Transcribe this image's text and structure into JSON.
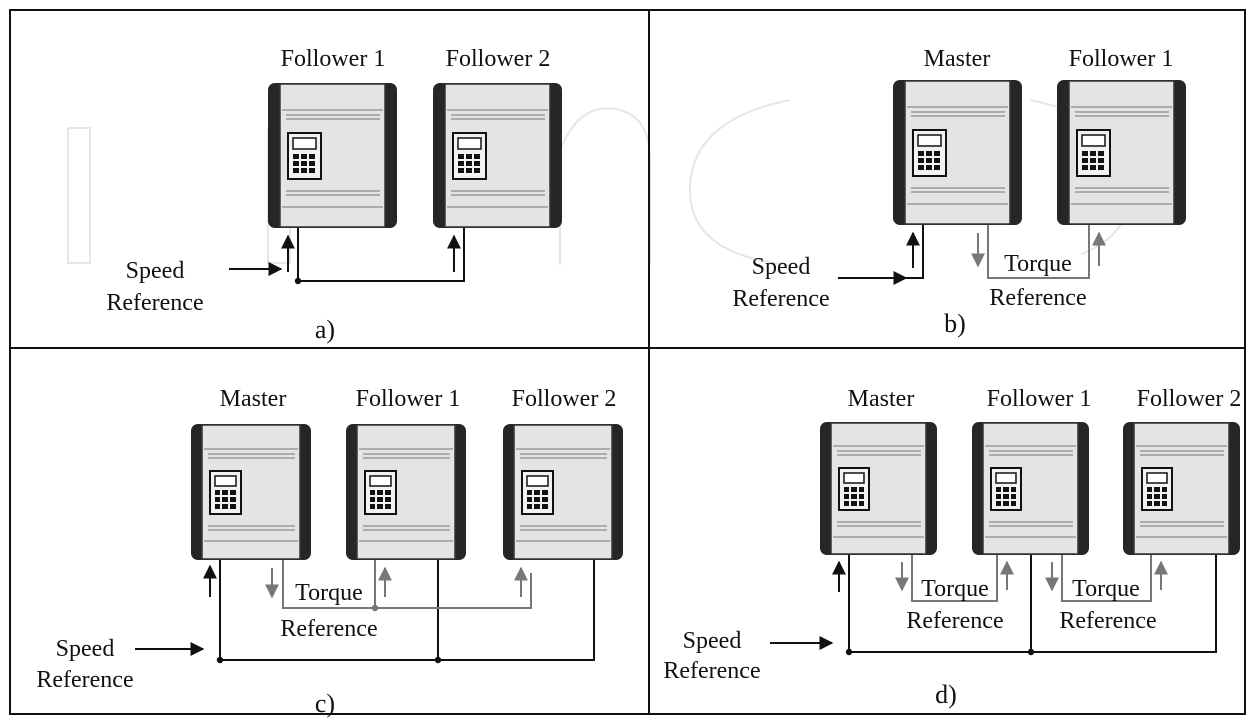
{
  "panels": [
    {
      "id": "a",
      "caption": "a)",
      "drive_labels": [
        "Follower 1",
        "Follower 2"
      ],
      "speed_label": [
        "Speed",
        "Reference"
      ],
      "torque_label": null
    },
    {
      "id": "b",
      "caption": "b)",
      "drive_labels": [
        "Master",
        "Follower 1"
      ],
      "speed_label": [
        "Speed",
        "Reference"
      ],
      "torque_label": [
        "Torque",
        "Reference"
      ]
    },
    {
      "id": "c",
      "caption": "c)",
      "drive_labels": [
        "Master",
        "Follower 1",
        "Follower 2"
      ],
      "speed_label": [
        "Speed",
        "Reference"
      ],
      "torque_label": [
        "Torque",
        "Reference"
      ]
    },
    {
      "id": "d",
      "caption": "d)",
      "drive_labels": [
        "Master",
        "Follower 1",
        "Follower 2"
      ],
      "speed_label": [
        "Speed",
        "Reference"
      ],
      "torque_labels": [
        [
          "Torque",
          "Reference"
        ],
        [
          "Torque",
          "Reference"
        ]
      ]
    }
  ],
  "colors": {
    "speed_wire": "#111111",
    "torque_wire": "#777777",
    "drive_body": "#e4e4e4",
    "drive_side": "#262626"
  }
}
